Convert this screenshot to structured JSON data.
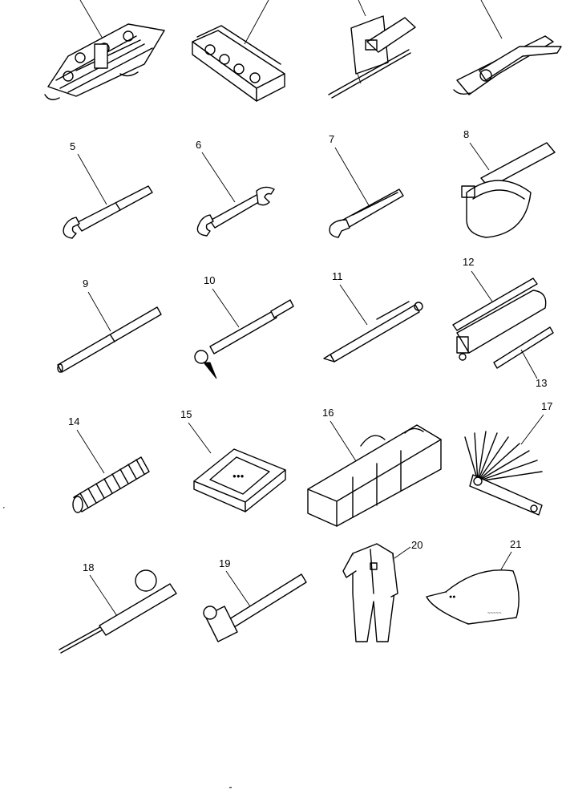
{
  "diagram": {
    "labels": {
      "l5": "5",
      "l6": "6",
      "l7": "7",
      "l8": "8",
      "l9": "9",
      "l10": "10",
      "l11": "11",
      "l12": "12",
      "l13": "13",
      "l14": "14",
      "l15": "15",
      "l16": "16",
      "l17": "17",
      "l18": "18",
      "l19": "19",
      "l20": "20",
      "l21": "21"
    },
    "icons": [
      "wrench-set-icon",
      "socket-set-icon",
      "screwdriver-icon",
      "pliers-icon",
      "open-wrench-icon",
      "double-end-wrench-icon",
      "adjustable-wrench-icon",
      "filter-wrench-icon",
      "bar-icon",
      "grease-nipple-tool-icon",
      "pen-tool-icon",
      "grease-gun-icon",
      "nozzle-icon",
      "hose-icon",
      "case-icon",
      "tool-bag-icon",
      "feeler-gauge-icon",
      "bulb-tool-icon",
      "hammer-icon",
      "coverall-icon",
      "cap-icon"
    ]
  }
}
